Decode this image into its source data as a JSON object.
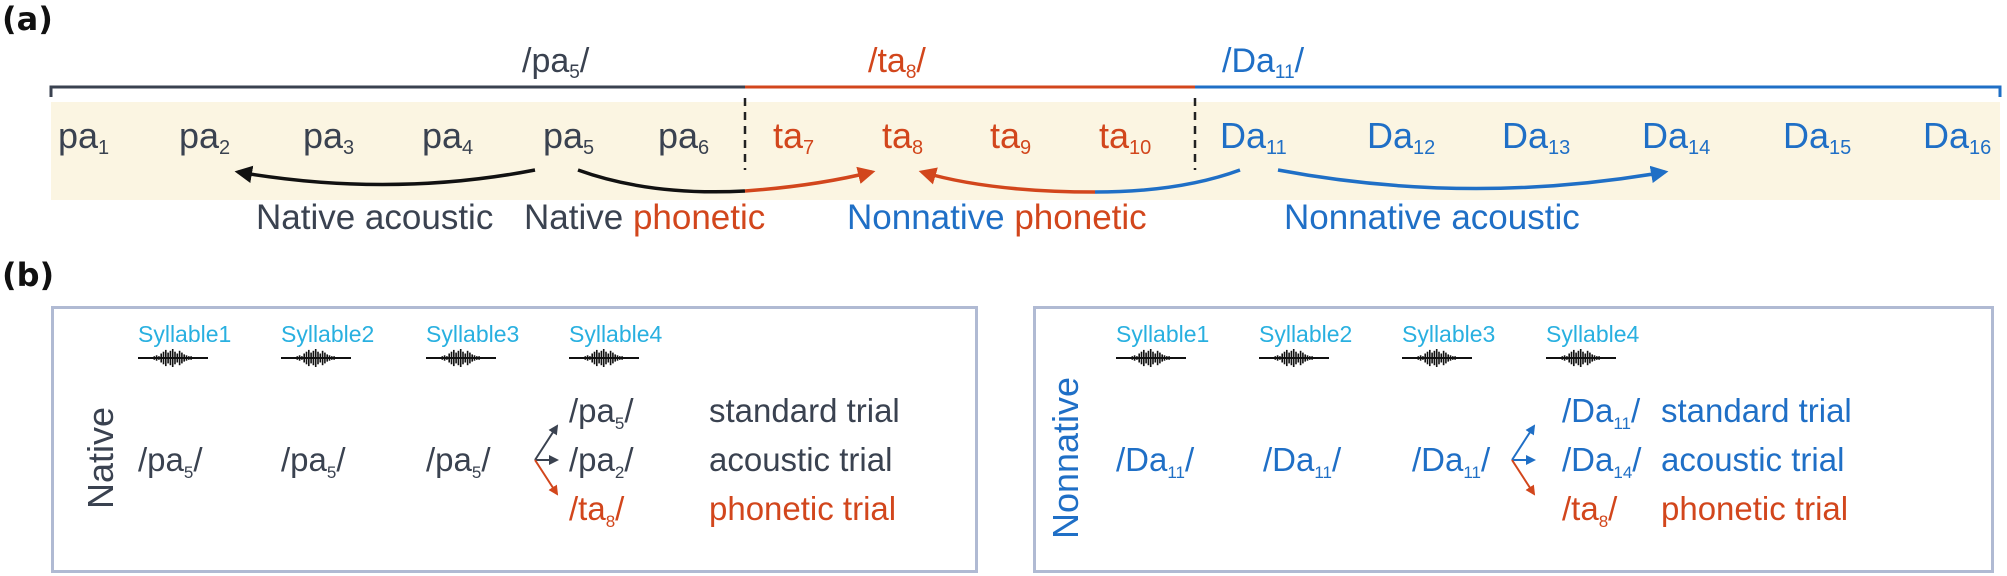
{
  "colors": {
    "native": "#3a4250",
    "phonetic": "#d2461c",
    "nonnative": "#1f6fc6",
    "syllable": "#29b0e0",
    "band": "#fbf5e2",
    "box_border": "#b0bad3"
  },
  "panel_a": {
    "label": "(a)",
    "categories": [
      {
        "pre": "/pa",
        "sub": "5",
        "post": "/",
        "color": "#3a4250"
      },
      {
        "pre": "/ta",
        "sub": "8",
        "post": "/",
        "color": "#d2461c"
      },
      {
        "pre": "/Da",
        "sub": "11",
        "post": "/",
        "color": "#1f6fc6"
      }
    ],
    "tokens": [
      {
        "base": "pa",
        "sub": "1",
        "cat": 0
      },
      {
        "base": "pa",
        "sub": "2",
        "cat": 0
      },
      {
        "base": "pa",
        "sub": "3",
        "cat": 0
      },
      {
        "base": "pa",
        "sub": "4",
        "cat": 0
      },
      {
        "base": "pa",
        "sub": "5",
        "cat": 0
      },
      {
        "base": "pa",
        "sub": "6",
        "cat": 0
      },
      {
        "base": "ta",
        "sub": "7",
        "cat": 1
      },
      {
        "base": "ta",
        "sub": "8",
        "cat": 1
      },
      {
        "base": "ta",
        "sub": "9",
        "cat": 1
      },
      {
        "base": "ta",
        "sub": "10",
        "cat": 1
      },
      {
        "base": "Da",
        "sub": "11",
        "cat": 2
      },
      {
        "base": "Da",
        "sub": "12",
        "cat": 2
      },
      {
        "base": "Da",
        "sub": "13",
        "cat": 2
      },
      {
        "base": "Da",
        "sub": "14",
        "cat": 2
      },
      {
        "base": "Da",
        "sub": "15",
        "cat": 2
      },
      {
        "base": "Da",
        "sub": "16",
        "cat": 2
      }
    ],
    "captions": [
      {
        "parts": [
          {
            "text": "Native acoustic",
            "color": "#3a4250"
          }
        ]
      },
      {
        "parts": [
          {
            "text": "Native ",
            "color": "#3a4250"
          },
          {
            "text": "phonetic",
            "color": "#d2461c"
          }
        ]
      },
      {
        "parts": [
          {
            "text": "Nonnative ",
            "color": "#1f6fc6"
          },
          {
            "text": "phonetic",
            "color": "#d2461c"
          }
        ]
      },
      {
        "parts": [
          {
            "text": "Nonnative acoustic",
            "color": "#1f6fc6"
          }
        ]
      }
    ]
  },
  "panel_b": {
    "label": "(b)",
    "boxes": [
      {
        "group": "Native",
        "color": "#3a4250",
        "syllables": [
          "Syllable1",
          "Syllable2",
          "Syllable3",
          "Syllable4"
        ],
        "context": [
          {
            "pre": "/pa",
            "sub": "5",
            "post": "/"
          },
          {
            "pre": "/pa",
            "sub": "5",
            "post": "/"
          },
          {
            "pre": "/pa",
            "sub": "5",
            "post": "/"
          }
        ],
        "targets": [
          {
            "pre": "/pa",
            "sub": "5",
            "post": "/",
            "trial": "standard trial",
            "color": "#3a4250"
          },
          {
            "pre": "/pa",
            "sub": "2",
            "post": "/",
            "trial": "acoustic trial",
            "color": "#3a4250"
          },
          {
            "pre": "/ta",
            "sub": "8",
            "post": "/",
            "trial": "phonetic trial",
            "color": "#d2461c"
          }
        ]
      },
      {
        "group": "Nonnative",
        "color": "#1f6fc6",
        "syllables": [
          "Syllable1",
          "Syllable2",
          "Syllable3",
          "Syllable4"
        ],
        "context": [
          {
            "pre": "/Da",
            "sub": "11",
            "post": "/"
          },
          {
            "pre": "/Da",
            "sub": "11",
            "post": "/"
          },
          {
            "pre": "/Da",
            "sub": "11",
            "post": "/"
          }
        ],
        "targets": [
          {
            "pre": "/Da",
            "sub": "11",
            "post": "/",
            "trial": "standard trial",
            "color": "#1f6fc6"
          },
          {
            "pre": "/Da",
            "sub": "14",
            "post": "/",
            "trial": "acoustic trial",
            "color": "#1f6fc6"
          },
          {
            "pre": "/ta",
            "sub": "8",
            "post": "/",
            "trial": "phonetic trial",
            "color": "#d2461c"
          }
        ]
      }
    ]
  }
}
